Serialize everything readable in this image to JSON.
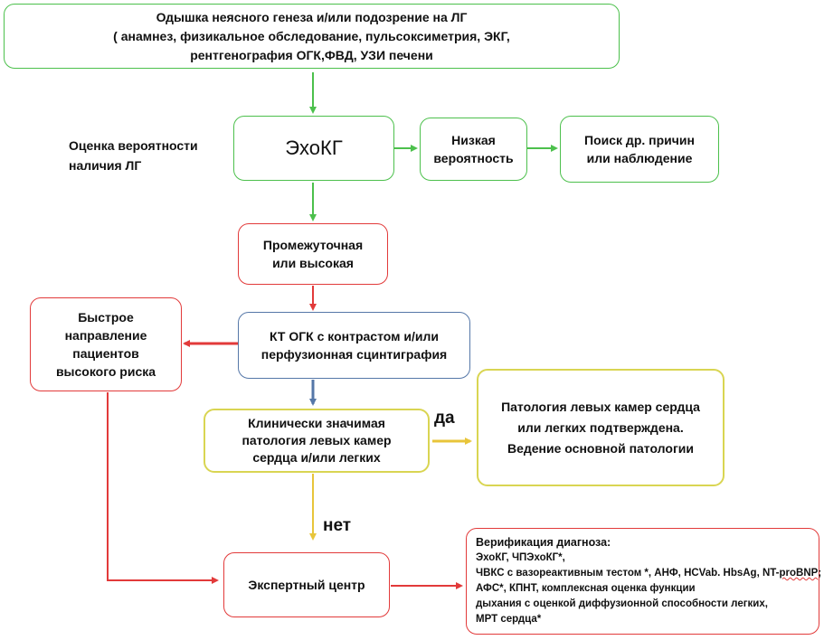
{
  "top_box": {
    "line1": "Одышка неясного генеза и/или подозрение на ЛГ",
    "line2": "( анамнез, физикальное обследование, пульсоксиметрия, ЭКГ,",
    "line3": "рентгенография ОГК,ФВД, УЗИ печени"
  },
  "side_label": {
    "line1": "Оценка вероятности",
    "line2": "наличия ЛГ"
  },
  "echo_box": {
    "text": "ЭхоКГ"
  },
  "low_box": {
    "line1": "Низкая",
    "line2": "вероятность"
  },
  "search_box": {
    "line1": "Поиск др. причин",
    "line2": "или наблюдение"
  },
  "mid_box": {
    "line1": "Промежуточная",
    "line2": "или высокая"
  },
  "ct_box": {
    "line1": "КТ ОГК с контрастом и/или",
    "line2": "перфузионная сцинтиграфия"
  },
  "fast_box": {
    "line1": "Быстрое",
    "line2": "направление",
    "line3": "пациентов",
    "line4": "высокого риска"
  },
  "clinical_box": {
    "line1": "Клинически значимая",
    "line2": "патология левых камер",
    "line3": "сердца и/или легких"
  },
  "yes_label": "да",
  "no_label": "нет",
  "confirmed_box": {
    "line1": "Патология левых камер сердца",
    "line2": "или легких подтверждена.",
    "line3": "Ведение основной патологии"
  },
  "expert_box": {
    "text": "Экспертный центр"
  },
  "verif_box": {
    "line1": "Верификация диагноза:",
    "line2": "ЭхоКГ, ЧПЭхоКГ*,",
    "line3a": "ЧВКС с вазореактивным тестом *, АНФ, HCVab. HbsAg, NT-",
    "line3b": "proBNP",
    "line3c": ";",
    "line4": "АФС*, КПНТ, комплексная оценка функции",
    "line5": "дыхания с оценкой  диффузионной способности легких,",
    "line6": "МРТ сердца*"
  },
  "colors": {
    "green": "#4cc04c",
    "red": "#e23a3a",
    "blue": "#5577a8",
    "yellow": "#e8c53a"
  }
}
